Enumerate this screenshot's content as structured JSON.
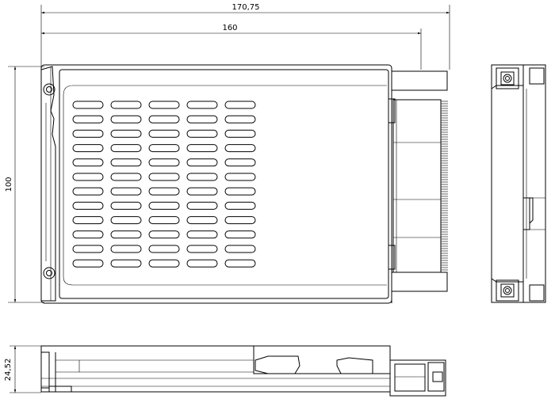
{
  "dimensions": {
    "overall_width": "170,75",
    "body_width": "160",
    "height": "100",
    "thickness": "24,52"
  },
  "vent_slots": {
    "columns": 5,
    "rows": 12
  },
  "colors": {
    "line": "#000000",
    "background": "#ffffff"
  }
}
